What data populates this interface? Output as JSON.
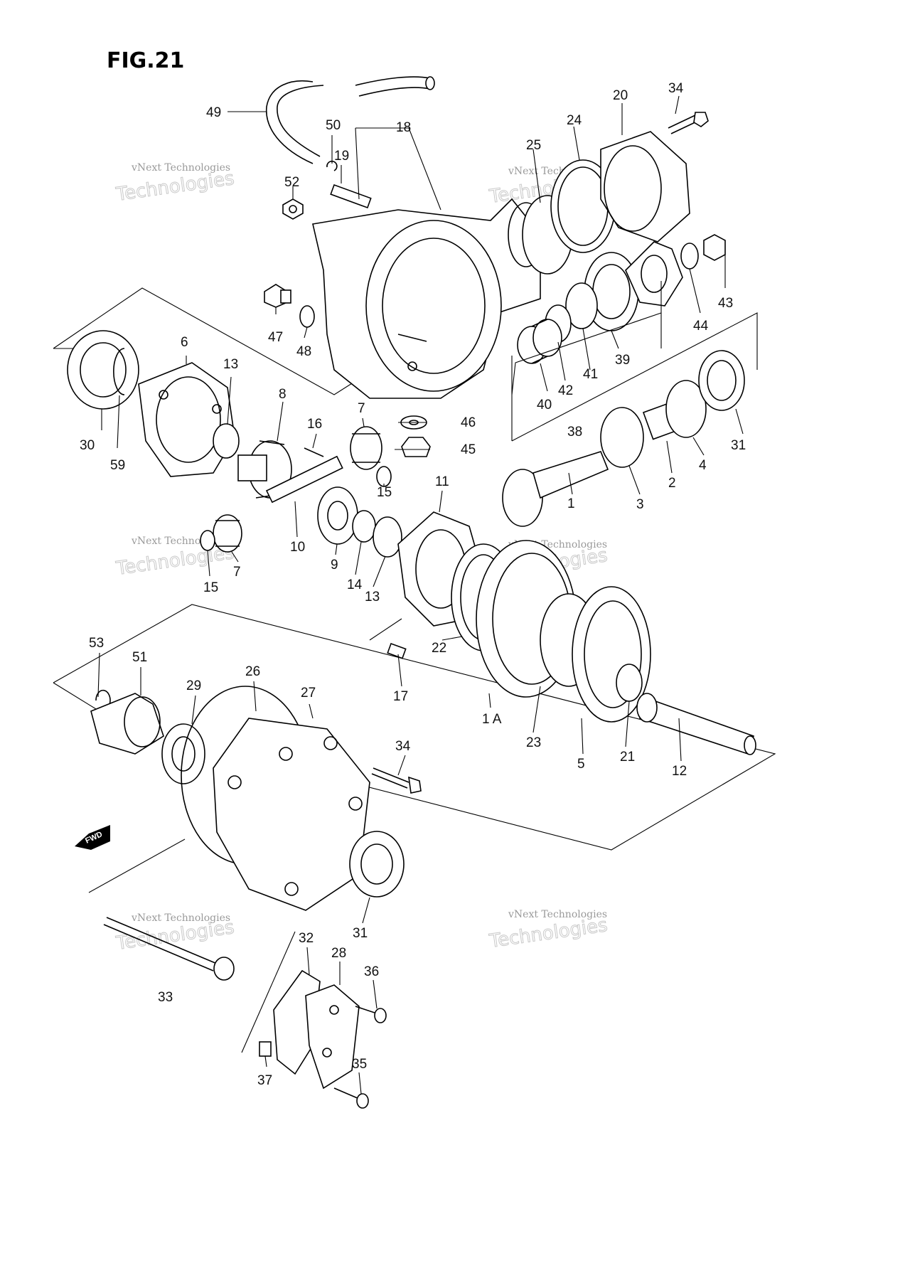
{
  "figure": {
    "title": "FIG.21"
  },
  "watermark": {
    "line1": "vNext Technologies",
    "line2": "Technologies"
  },
  "direction_marker": {
    "label": "FWD"
  },
  "callouts": {
    "c49": "49",
    "c50": "50",
    "c18": "18",
    "c19": "19",
    "c52": "52",
    "c25": "25",
    "c24": "24",
    "c20": "20",
    "c34a": "34",
    "c47": "47",
    "c48": "48",
    "c43": "43",
    "c44": "44",
    "c39": "39",
    "c41": "41",
    "c42": "42",
    "c40": "40",
    "c38": "38",
    "c6": "6",
    "c13a": "13",
    "c8": "8",
    "c16": "16",
    "c7a": "7",
    "c46": "46",
    "c45": "45",
    "c15a": "15",
    "c30": "30",
    "c59": "59",
    "c31a": "31",
    "c4": "4",
    "c2": "2",
    "c3": "3",
    "c1": "1",
    "c10": "10",
    "c11": "11",
    "c9": "9",
    "c14": "14",
    "c13b": "13",
    "c15b": "15",
    "c7b": "7",
    "c22": "22",
    "c17": "17",
    "c1A": "1 A",
    "c23": "23",
    "c5": "5",
    "c21": "21",
    "c12": "12",
    "c53": "53",
    "c51": "51",
    "c29": "29",
    "c26": "26",
    "c27": "27",
    "c34b": "34",
    "c31b": "31",
    "c32": "32",
    "c28": "28",
    "c36": "36",
    "c33": "33",
    "c35": "35",
    "c37": "37"
  }
}
